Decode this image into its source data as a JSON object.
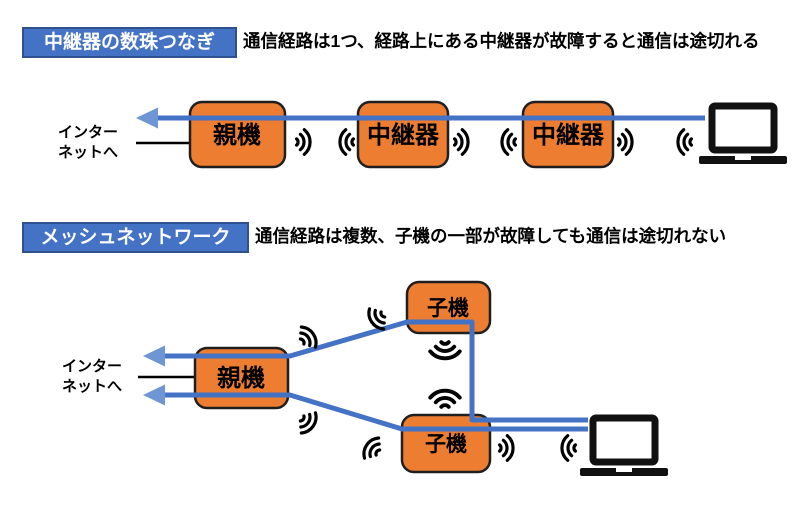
{
  "colors": {
    "header_bg": "#4472C4",
    "header_border": "#2F528F",
    "node_fill": "#ED7D31",
    "node_border": "#1F1F1F",
    "route_line_blue": "#4472C4",
    "arrowhead_blue": "#6E96D4",
    "wave_and_laptop_black": "#000000"
  },
  "sections": {
    "daisy": {
      "header": "中継器の数珠つなぎ",
      "description": "通信経路は1つ、経路上にある中継器が故障すると通信は途切れる",
      "internet_line1": "インター",
      "internet_line2": "ネットへ",
      "router_label": "親機",
      "repeater1_label": "中継器",
      "repeater2_label": "中継器"
    },
    "mesh": {
      "header": "メッシュネットワーク",
      "description": "通信経路は複数、子機の一部が故障しても通信は途切れない",
      "internet_line1": "インター",
      "internet_line2": "ネットへ",
      "router_label": "親機",
      "satellite_top_label": "子機",
      "satellite_bottom_label": "子機"
    }
  }
}
